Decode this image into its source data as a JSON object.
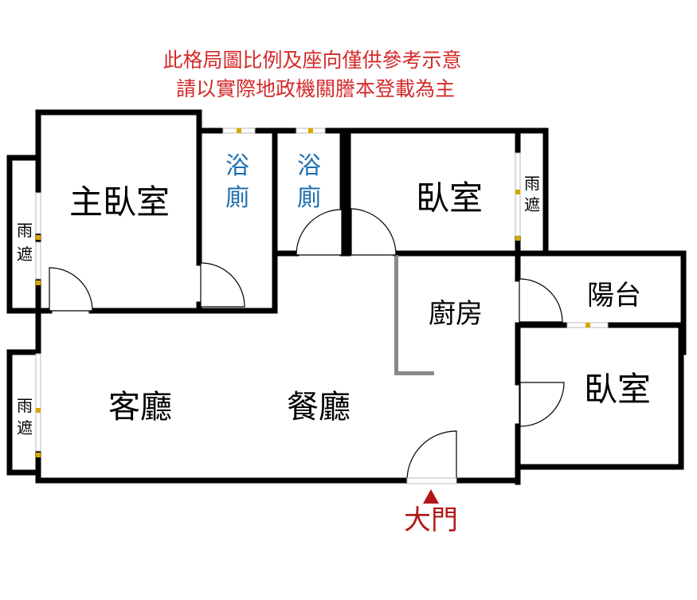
{
  "notice": {
    "line1": "此格局圖比例及座向僅供參考示意",
    "line2": "請以實際地政機關謄本登載為主",
    "color": "#d42a2a"
  },
  "rooms": {
    "master_bedroom": "主臥室",
    "bathroom_1_line1": "浴",
    "bathroom_1_line2": "廁",
    "bathroom_2_line1": "浴",
    "bathroom_2_line2": "廁",
    "bedroom_2": "臥室",
    "bedroom_3": "臥室",
    "kitchen": "廚房",
    "balcony": "陽台",
    "living_room": "客廳",
    "dining_room": "餐廳",
    "canopy_1_line1": "雨",
    "canopy_1_line2": "遮",
    "canopy_2_line1": "雨",
    "canopy_2_line2": "遮",
    "canopy_3_line1": "雨",
    "canopy_3_line2": "遮"
  },
  "entry": {
    "label": "大門",
    "icon": "up-triangle-icon",
    "color": "#b01818"
  },
  "colors": {
    "wall": "#000000",
    "bath_text": "#1e6fb0",
    "partition": "#8a8a8a",
    "window_tick": "#d4a800"
  }
}
